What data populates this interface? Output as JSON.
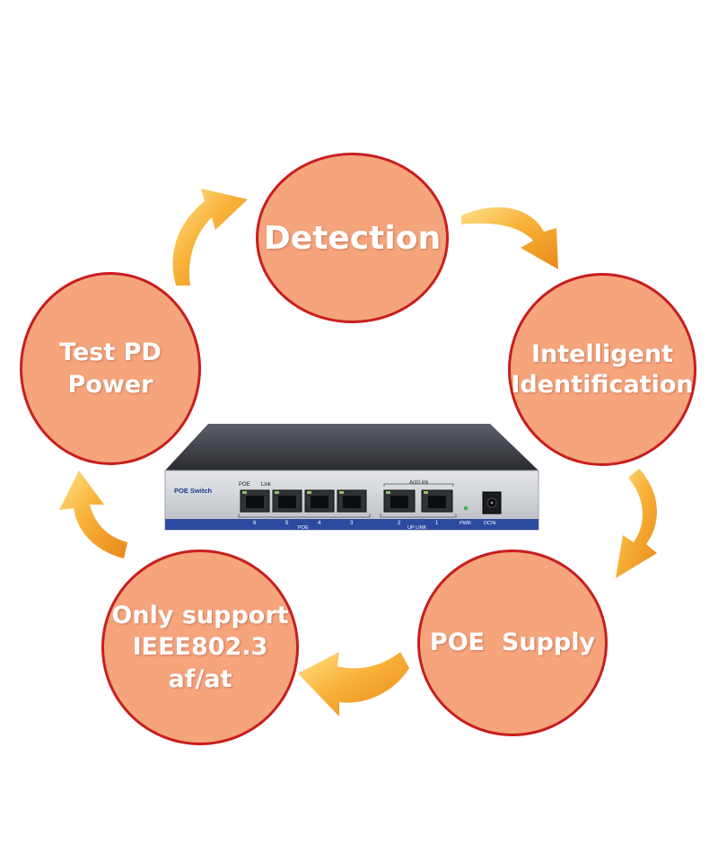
{
  "nodes": {
    "detection": {
      "lines": [
        "Detection"
      ]
    },
    "identification": {
      "lines": [
        "Intelligent",
        "Identification"
      ]
    },
    "supply": {
      "lines": [
        "POE  Supply"
      ]
    },
    "ieee": {
      "lines": [
        "Only support",
        "IEEE802.3",
        "af/at"
      ]
    },
    "test": {
      "lines": [
        "Test PD",
        "Power"
      ]
    }
  },
  "device": {
    "brand": "POE Switch",
    "poe_label": "POE",
    "link_label": "Link",
    "actlink_label": "Act/Link",
    "poe_group_label": "POE",
    "uplink_group_label": "UP LINK",
    "pwr_label": "PWR",
    "dcin_label": "DCIN",
    "port_numbers": [
      "6",
      "5",
      "4",
      "3",
      "2",
      "1"
    ]
  },
  "colors": {
    "circle_fill": "#f5a47c",
    "circle_border": "#c81e1e",
    "arrow": "#f4a22c",
    "device_panel": "#2c4aa0"
  }
}
